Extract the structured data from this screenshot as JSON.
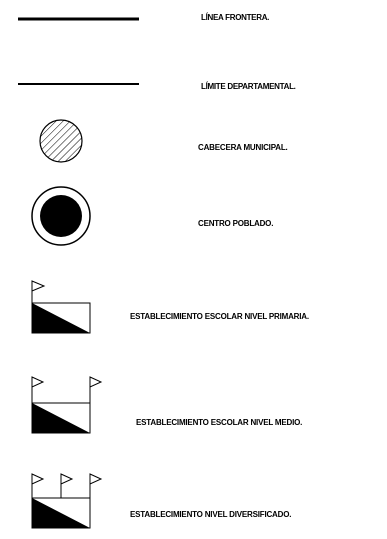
{
  "legend": {
    "items": [
      {
        "label": "LÍNEA FRONTERA."
      },
      {
        "label": "LÍMITE DEPARTAMENTAL."
      },
      {
        "label": "CABECERA MUNICIPAL."
      },
      {
        "label": "CENTRO POBLADO."
      },
      {
        "label": "ESTABLECIMIENTO ESCOLAR NIVEL PRIMARIA."
      },
      {
        "label": "ESTABLECIMIENTO ESCOLAR  NIVEL MEDIO."
      },
      {
        "label": "ESTABLECIMIENTO NIVEL DIVERSIFICADO."
      }
    ]
  }
}
